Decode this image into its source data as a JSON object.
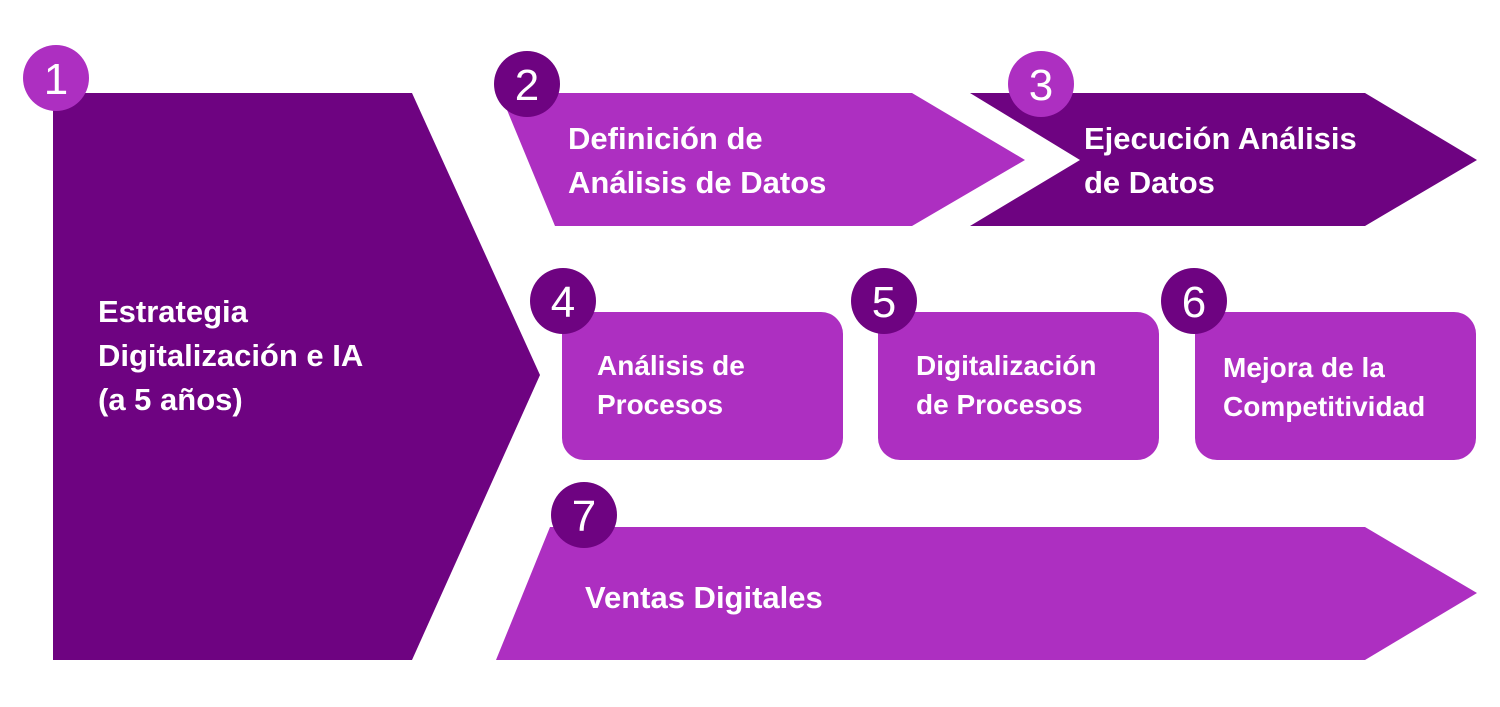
{
  "colors": {
    "dark": "#6e0381",
    "light": "#ad2fc1"
  },
  "steps": [
    {
      "number": "1",
      "lines": [
        "Estrategia",
        "Digitalización e IA",
        "(a 5 años)"
      ]
    },
    {
      "number": "2",
      "lines": [
        "Definición de",
        "Análisis de Datos"
      ]
    },
    {
      "number": "3",
      "lines": [
        "Ejecución Análisis",
        "de Datos"
      ]
    },
    {
      "number": "4",
      "lines": [
        "Análisis de",
        "Procesos"
      ]
    },
    {
      "number": "5",
      "lines": [
        "Digitalización",
        "de Procesos"
      ]
    },
    {
      "number": "6",
      "lines": [
        "Mejora de la",
        "Competitividad"
      ]
    },
    {
      "number": "7",
      "lines": [
        "Ventas Digitales"
      ]
    }
  ]
}
